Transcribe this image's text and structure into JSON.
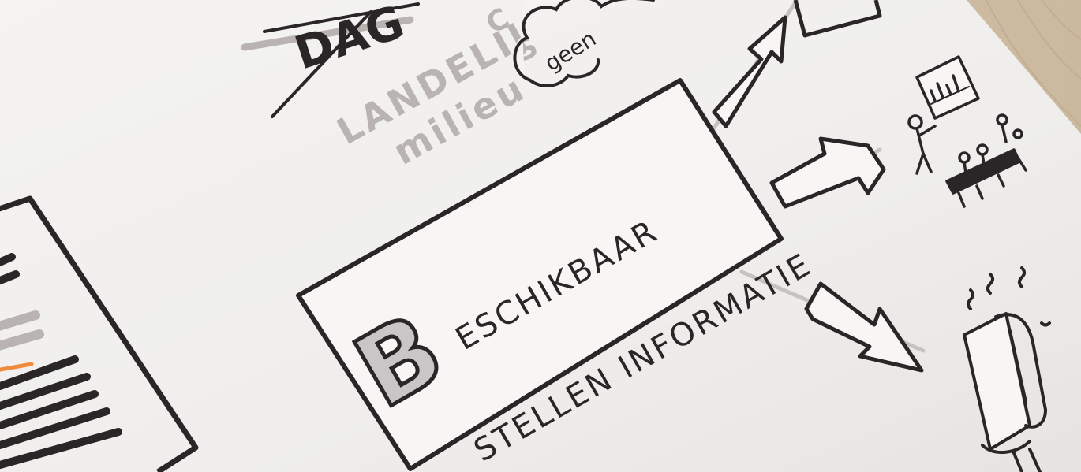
{
  "sketch": {
    "strikethrough_word": "DAG",
    "grey_heading_line1": "LANDELIJ",
    "grey_heading_line2": "milieu",
    "grey_heading_line1_tail": "C",
    "grey_heading_line2_tail": "S",
    "cloud_text": "geen",
    "box_initial": "B",
    "box_line1_rest": "ESCHIKBAAR",
    "box_line2": "STELLEN INFORMATIE"
  },
  "colors": {
    "paper": "#f2f1ef",
    "ink": "#2a2527",
    "grey_marker": "#b9b4b2",
    "initial_fill": "#c9c6c7",
    "orange_marker": "#f08a3c",
    "wood": "#d8cbb8"
  }
}
